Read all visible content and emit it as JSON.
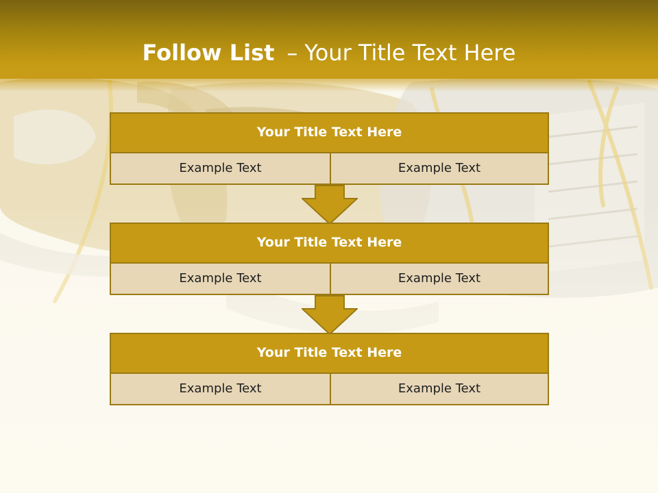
{
  "slide": {
    "title_bold": "Follow List",
    "title_separator": "–",
    "title_rest": "Your Title Text Here"
  },
  "blocks": [
    {
      "title": "Your Title Text Here",
      "left": "Example Text",
      "right": "Example Text"
    },
    {
      "title": "Your Title Text Here",
      "left": "Example Text",
      "right": "Example Text"
    },
    {
      "title": "Your Title Text Here",
      "left": "Example Text",
      "right": "Example Text"
    }
  ],
  "colors": {
    "header_gold": "#c69a15",
    "border_gold": "#9a7a12",
    "cell_beige": "#e8d8b8",
    "text_white": "#ffffff"
  },
  "background_image": "running-shoes-photo"
}
